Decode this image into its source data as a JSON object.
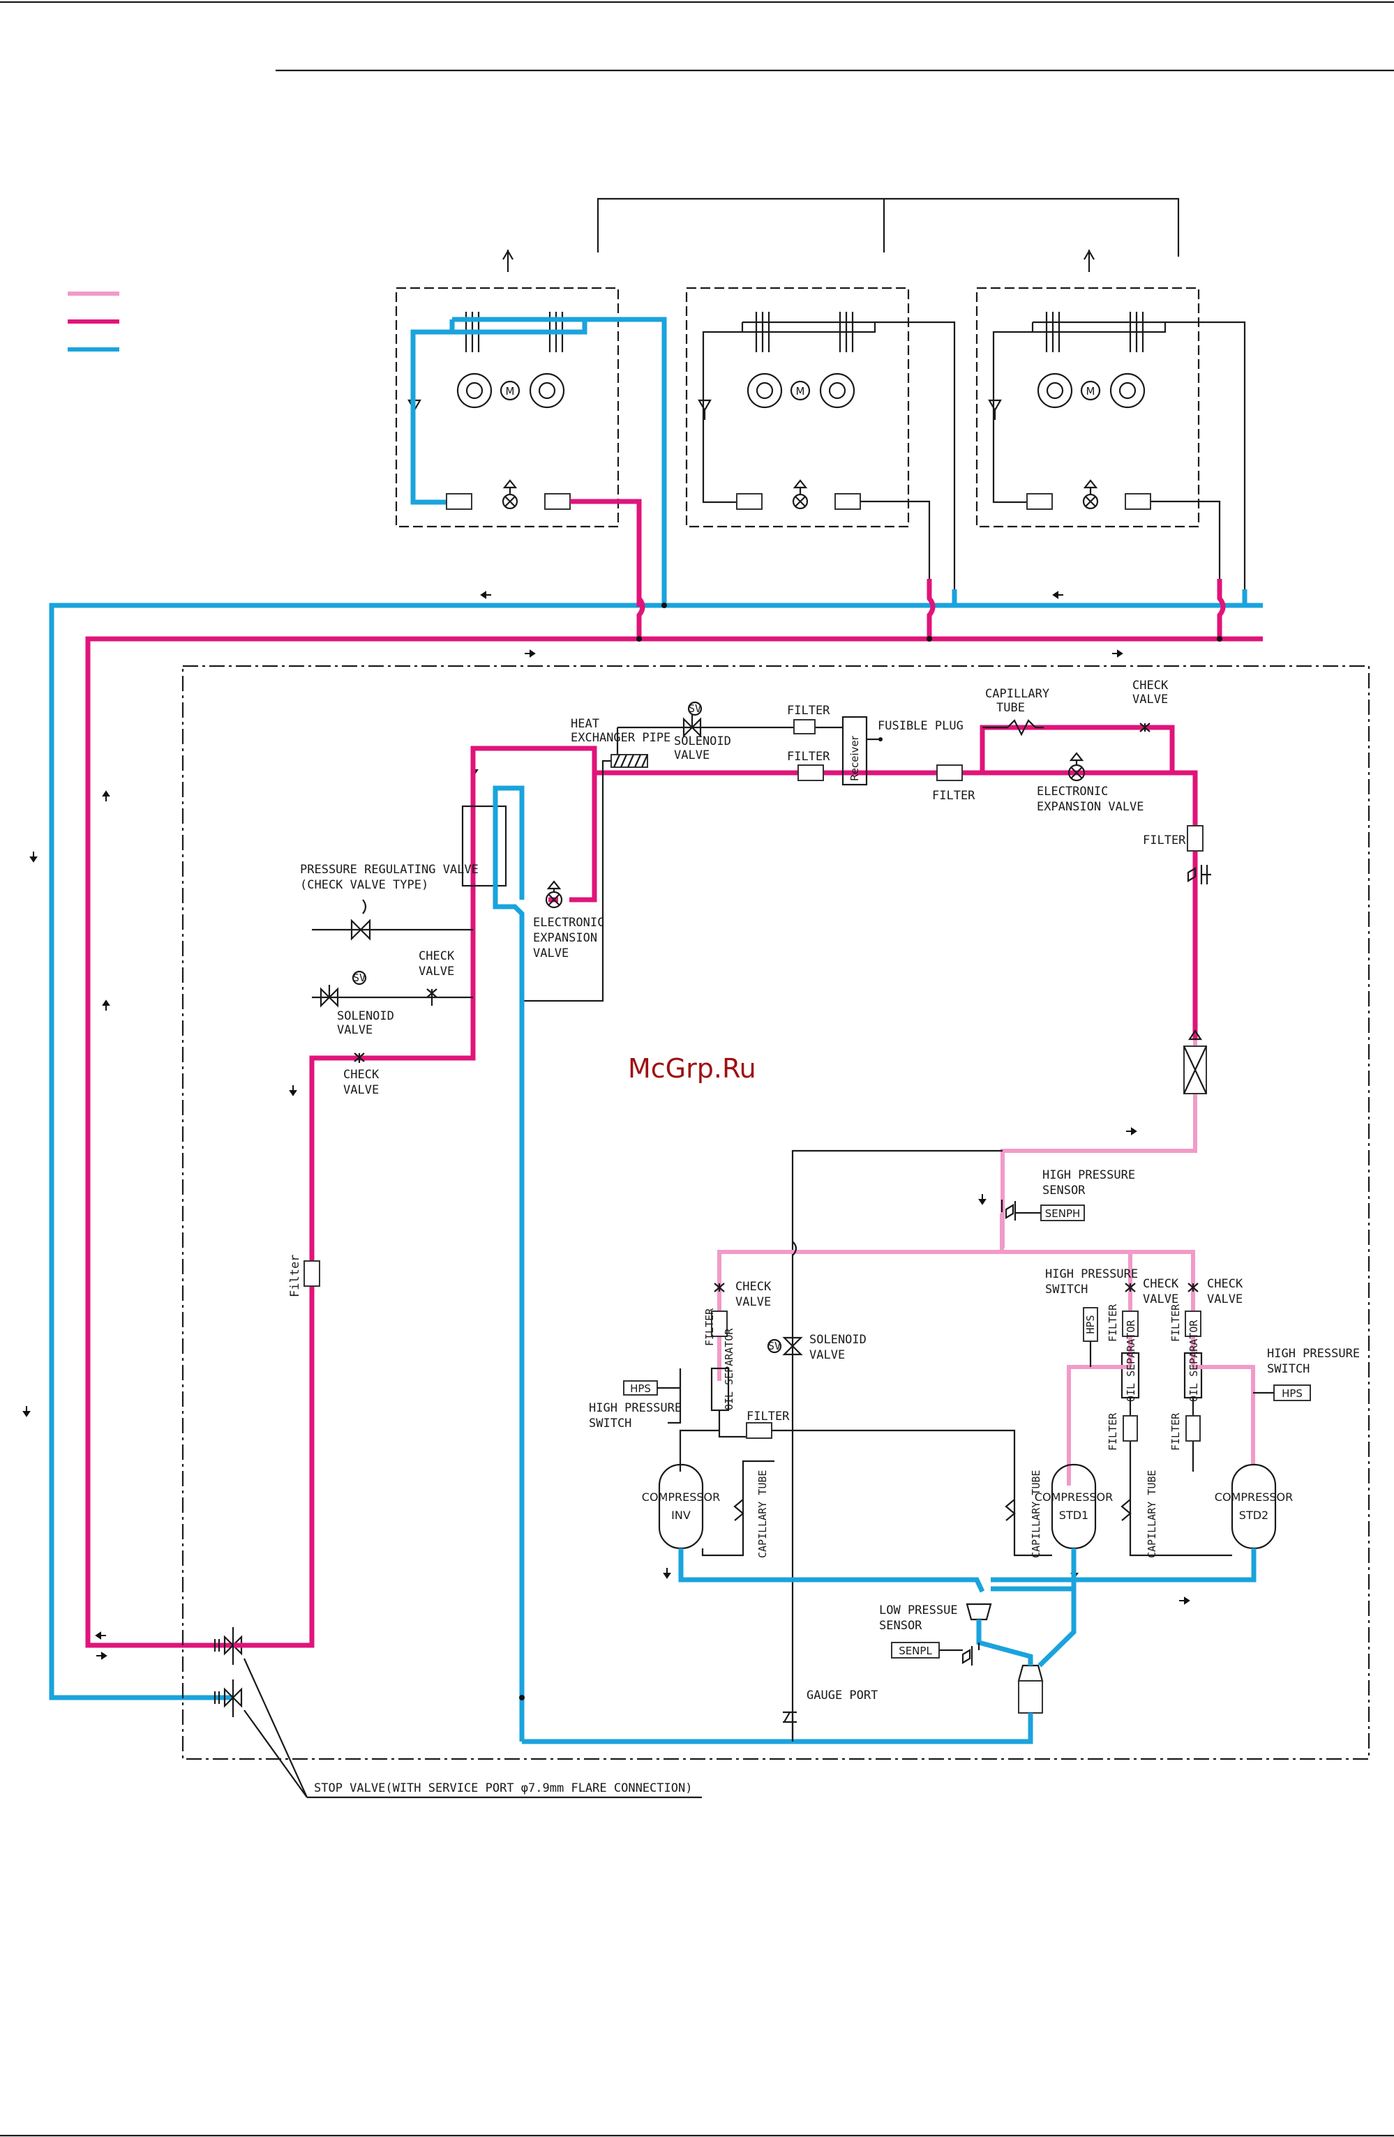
{
  "watermark": "McGrp.Ru",
  "colors": {
    "discharge_gas": "#f29ac8",
    "liquid": "#e0147a",
    "suction_gas": "#1aa3dd"
  },
  "labels": {
    "heat_exchanger_pipe": [
      "HEAT",
      "EXCHANGER PIPE"
    ],
    "solenoid_valve_top": [
      "SOLENOID",
      "VALVE"
    ],
    "filter_top1": "FILTER",
    "filter_top2": "FILTER",
    "fusible_plug": "FUSIBLE PLUG",
    "receiver": "Receiver",
    "filter_mid": "FILTER",
    "capillary_tube_top": [
      "CAPILLARY",
      "TUBE"
    ],
    "check_valve_top": [
      "CHECK",
      "VALVE"
    ],
    "electronic_expansion_valve_top": [
      "ELECTRONIC",
      "EXPANSION VALVE"
    ],
    "filter_right": "FILTER",
    "pressure_regulating_valve": [
      "PRESSURE REGULATING VALVE",
      "(CHECK VALVE TYPE)"
    ],
    "check_valve_left": [
      "CHECK",
      "VALVE"
    ],
    "solenoid_valve_left": [
      "SOLENOID",
      "VALVE"
    ],
    "check_valve_left2": [
      "CHECK",
      "VALVE"
    ],
    "electronic_expansion_valve_left": [
      "ELECTRONIC",
      "EXPANSION",
      "VALVE"
    ],
    "filter_vertical": "Filter",
    "high_pressure_sensor": [
      "HIGH PRESSURE",
      "SENSOR"
    ],
    "senph": "SENPH",
    "check_valve_inv": [
      "CHECK",
      "VALVE"
    ],
    "solenoid_valve_mid": [
      "SOLENOID",
      "VALVE"
    ],
    "hps_left": "HPS",
    "high_pressure_switch_left": [
      "HIGH PRESSURE",
      "SWITCH"
    ],
    "filter_inv_v": "FILTER",
    "oil_separator_inv": "OIL SEPARATOR",
    "filter_inv_h": "FILTER",
    "compressor_inv": [
      "COMPRESSOR",
      "INV"
    ],
    "capillary_tube_inv": "CAPILLARY TUBE",
    "high_pressure_switch_mid": [
      "HIGH PRESSURE",
      "SWITCH"
    ],
    "hps_mid": "HPS",
    "check_valve_std1": [
      "CHECK",
      "VALVE"
    ],
    "check_valve_std2": [
      "CHECK",
      "VALVE"
    ],
    "filter_std1_v": "FILTER",
    "oil_separator_std1": "OIL SEPARATOR",
    "filter_std2_v": "FILTER",
    "oil_separator_std2": "OIL SEPARATOR",
    "filter_std1_low": "FILTER",
    "filter_std2_low": "FILTER",
    "high_pressure_switch_right": [
      "HIGH PRESSURE",
      "SWITCH"
    ],
    "hps_right": "HPS",
    "compressor_std1": [
      "COMPRESSOR",
      "STD1"
    ],
    "compressor_std2": [
      "COMPRESSOR",
      "STD2"
    ],
    "capillary_tube_std1": "CAPILLARY TUBE",
    "capillary_tube_std2": "CAPILLARY TUBE",
    "low_pressure_sensor": [
      "LOW PRESSUE",
      "SENSOR"
    ],
    "senpl": "SENPL",
    "gauge_port": "GAUGE PORT",
    "stop_valve": "STOP VALVE(WITH SERVICE PORT φ7.9mm FLARE CONNECTION)",
    "motor": "M"
  }
}
